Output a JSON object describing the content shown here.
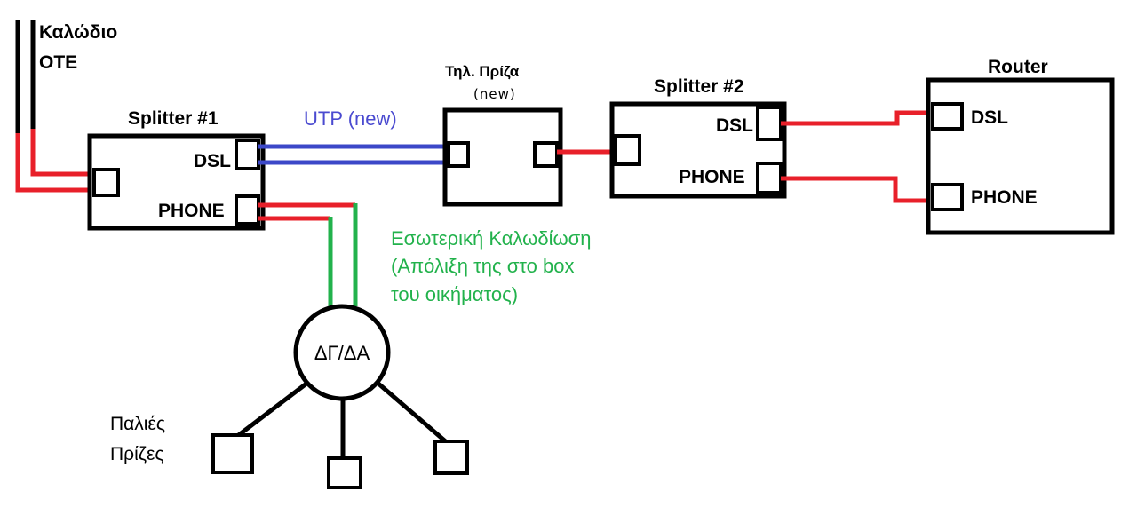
{
  "colors": {
    "outline": "#000000",
    "dsl_line": "#e8202a",
    "utp": "#3c48c8",
    "internal": "#22b24c",
    "utp_label": "#4a4ad0",
    "internal_label": "#22b24c"
  },
  "cable": {
    "line1": "Καλώδιο",
    "line2": "ΟΤΕ"
  },
  "splitter1": {
    "title": "Splitter #1",
    "dsl": "DSL",
    "phone": "PHONE"
  },
  "utp_label": "UTP (new)",
  "wall_socket": {
    "title": "Τηλ. Πρίζα",
    "subtitle": "(new)"
  },
  "splitter2": {
    "title": "Splitter #2",
    "dsl": "DSL",
    "phone": "PHONE"
  },
  "router": {
    "title": "Router",
    "dsl": "DSL",
    "phone": "PHONE"
  },
  "internal_wiring": {
    "line1": "Εσωτερική Καλωδίωση",
    "line2": "(Απόλιξη της στο box",
    "line3": "του οικήματος)"
  },
  "junction": {
    "label": "ΔΓ/ΔΑ"
  },
  "old_sockets": {
    "line1": "Παλιές",
    "line2": "Πρίζες"
  }
}
